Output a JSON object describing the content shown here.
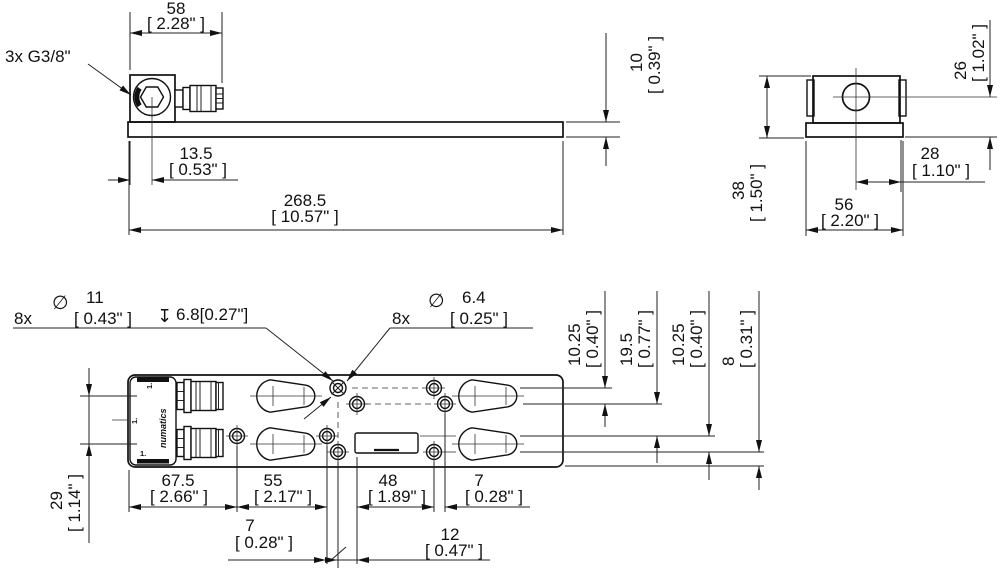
{
  "side_view": {
    "port_callout": "3x G3/8\"",
    "dims": {
      "block_width": {
        "mm": "58",
        "inch": "[ 2.28\" ]"
      },
      "port_offset": {
        "mm": "13.5",
        "inch": "[ 0.53\" ]"
      },
      "overall_length": {
        "mm": "268.5",
        "inch": "[ 10.57\" ]"
      },
      "rail_thickness": {
        "mm": "10",
        "inch": "[ 0.39\" ]"
      }
    }
  },
  "end_view": {
    "dims": {
      "port_center_height": {
        "mm": "26",
        "inch": "[ 1.02\" ]"
      },
      "overall_height": {
        "mm": "38",
        "inch": "[ 1.50\" ]"
      },
      "port_center_to_edge": {
        "mm": "28",
        "inch": "[ 1.10\" ]"
      },
      "overall_width": {
        "mm": "56",
        "inch": "[ 2.20\" ]"
      }
    }
  },
  "bottom_view": {
    "counterbore_callout": {
      "count": "8x",
      "diameter_symbol": "∅",
      "mm": "11",
      "inch": "[ 0.43\" ]",
      "depth_symbol": "↧",
      "depth": "6.8[0.27\"]"
    },
    "thru_hole_callout": {
      "count": "8x",
      "diameter_symbol": "∅",
      "mm": "6.4",
      "inch": "[ 0.25\" ]"
    },
    "dims": {
      "row_spacing_top": {
        "mm": "10.25",
        "inch": "[ 0.40\" ]"
      },
      "row_spacing_mid": {
        "mm": "19.5",
        "inch": "[ 0.77\" ]"
      },
      "row_spacing_bot": {
        "mm": "10.25",
        "inch": "[ 0.40\" ]"
      },
      "edge_offset": {
        "mm": "8",
        "inch": "[ 0.31\" ]"
      },
      "slot_row_spacing": {
        "mm": "29",
        "inch": "[ 1.14\" ]"
      },
      "x_left_to_hole1": {
        "mm": "67.5",
        "inch": "[ 2.66\" ]"
      },
      "x_hole1_to_hole2": {
        "mm": "55",
        "inch": "[ 2.17\" ]"
      },
      "x_mid_span": {
        "mm": "48",
        "inch": "[ 1.89\" ]"
      },
      "x_right_stagger": {
        "mm": "7",
        "inch": "[ 0.28\" ]"
      },
      "x_left_stagger": {
        "mm": "7",
        "inch": "[ 0.28\" ]"
      },
      "x_center_stagger": {
        "mm": "12",
        "inch": "[ 0.47\" ]"
      }
    },
    "logo_text": "numatics",
    "pin_marks": [
      "1.",
      "1.",
      "1."
    ]
  }
}
